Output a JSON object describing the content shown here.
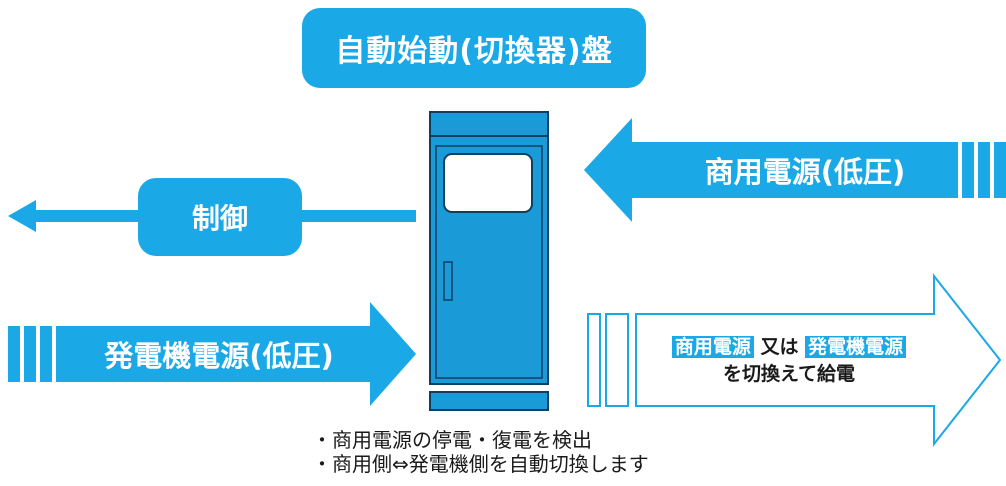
{
  "title": "自動始動(切換器)盤",
  "control_label": "制御",
  "commercial_power_label": "商用電源(低圧)",
  "generator_power_label": "発電機電源(低圧)",
  "output": {
    "line1_part1": "商用電源",
    "line1_mid": "又は",
    "line1_part2": "発電機電源",
    "line2": "を切換えて給電"
  },
  "notes": [
    "・商用電源の停電・復電を検出",
    "・商用側⇔発電機側を自動切換します"
  ],
  "colors": {
    "accent": "#1aa8e6",
    "panel_fill": "#1a9ad6",
    "panel_stroke": "#0d3f60"
  }
}
